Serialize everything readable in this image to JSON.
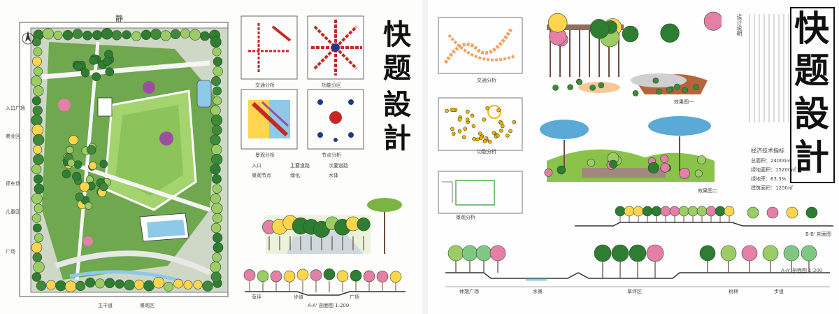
{
  "sheet_left": {
    "title": [
      "快",
      "题",
      "設",
      "計"
    ],
    "plan_labels": {
      "top_road": "静",
      "left_1": "入口广场",
      "left_2": "商业区",
      "left_3": "停车场",
      "left_4": "儿童区",
      "left_5": "广场",
      "bottom": "主干道",
      "bottom_right": "景观区"
    },
    "diagram_captions": [
      "交通分析",
      "功能分区",
      "景观分析",
      "节点分析"
    ],
    "legend_items": [
      "入口",
      "主要道路",
      "次要道路",
      "景观节点",
      "绿化",
      "水体"
    ],
    "section_caption": "A-A' 剖面图 1:200",
    "section_labels": [
      "草坪",
      "步道",
      "广场"
    ]
  },
  "sheet_right": {
    "title": [
      "快",
      "题",
      "設",
      "計"
    ],
    "small_plan_captions": [
      "交通分析",
      "功能分析",
      "景观分析"
    ],
    "perspective_captions": [
      "效果图一",
      "效果图二"
    ],
    "design_note_heading": "设计说明",
    "tech_heading": "经济技术指标",
    "tech_items": [
      "总面积：24000㎡",
      "绿地面积：15200㎡",
      "绿地率：63.3%",
      "建筑面积：1200㎡"
    ],
    "section1_caption": "B-B' 剖面图",
    "section2_caption": "A-A' 剖面图 1:200",
    "section2_labels": [
      "休憩广场",
      "水景",
      "草坪区",
      "树林",
      "步道"
    ]
  },
  "colors": {
    "lawn": "#7db35a",
    "lawn_dark": "#3f8a3a",
    "tree": "#2e7d32",
    "tree_light": "#9ccc65",
    "yellow": "#ffd54f",
    "pink": "#e57fa8",
    "purple": "#9c4f9e",
    "water": "#8ec9e8",
    "red_arrow": "#c62828",
    "path": "#eeeeee"
  }
}
